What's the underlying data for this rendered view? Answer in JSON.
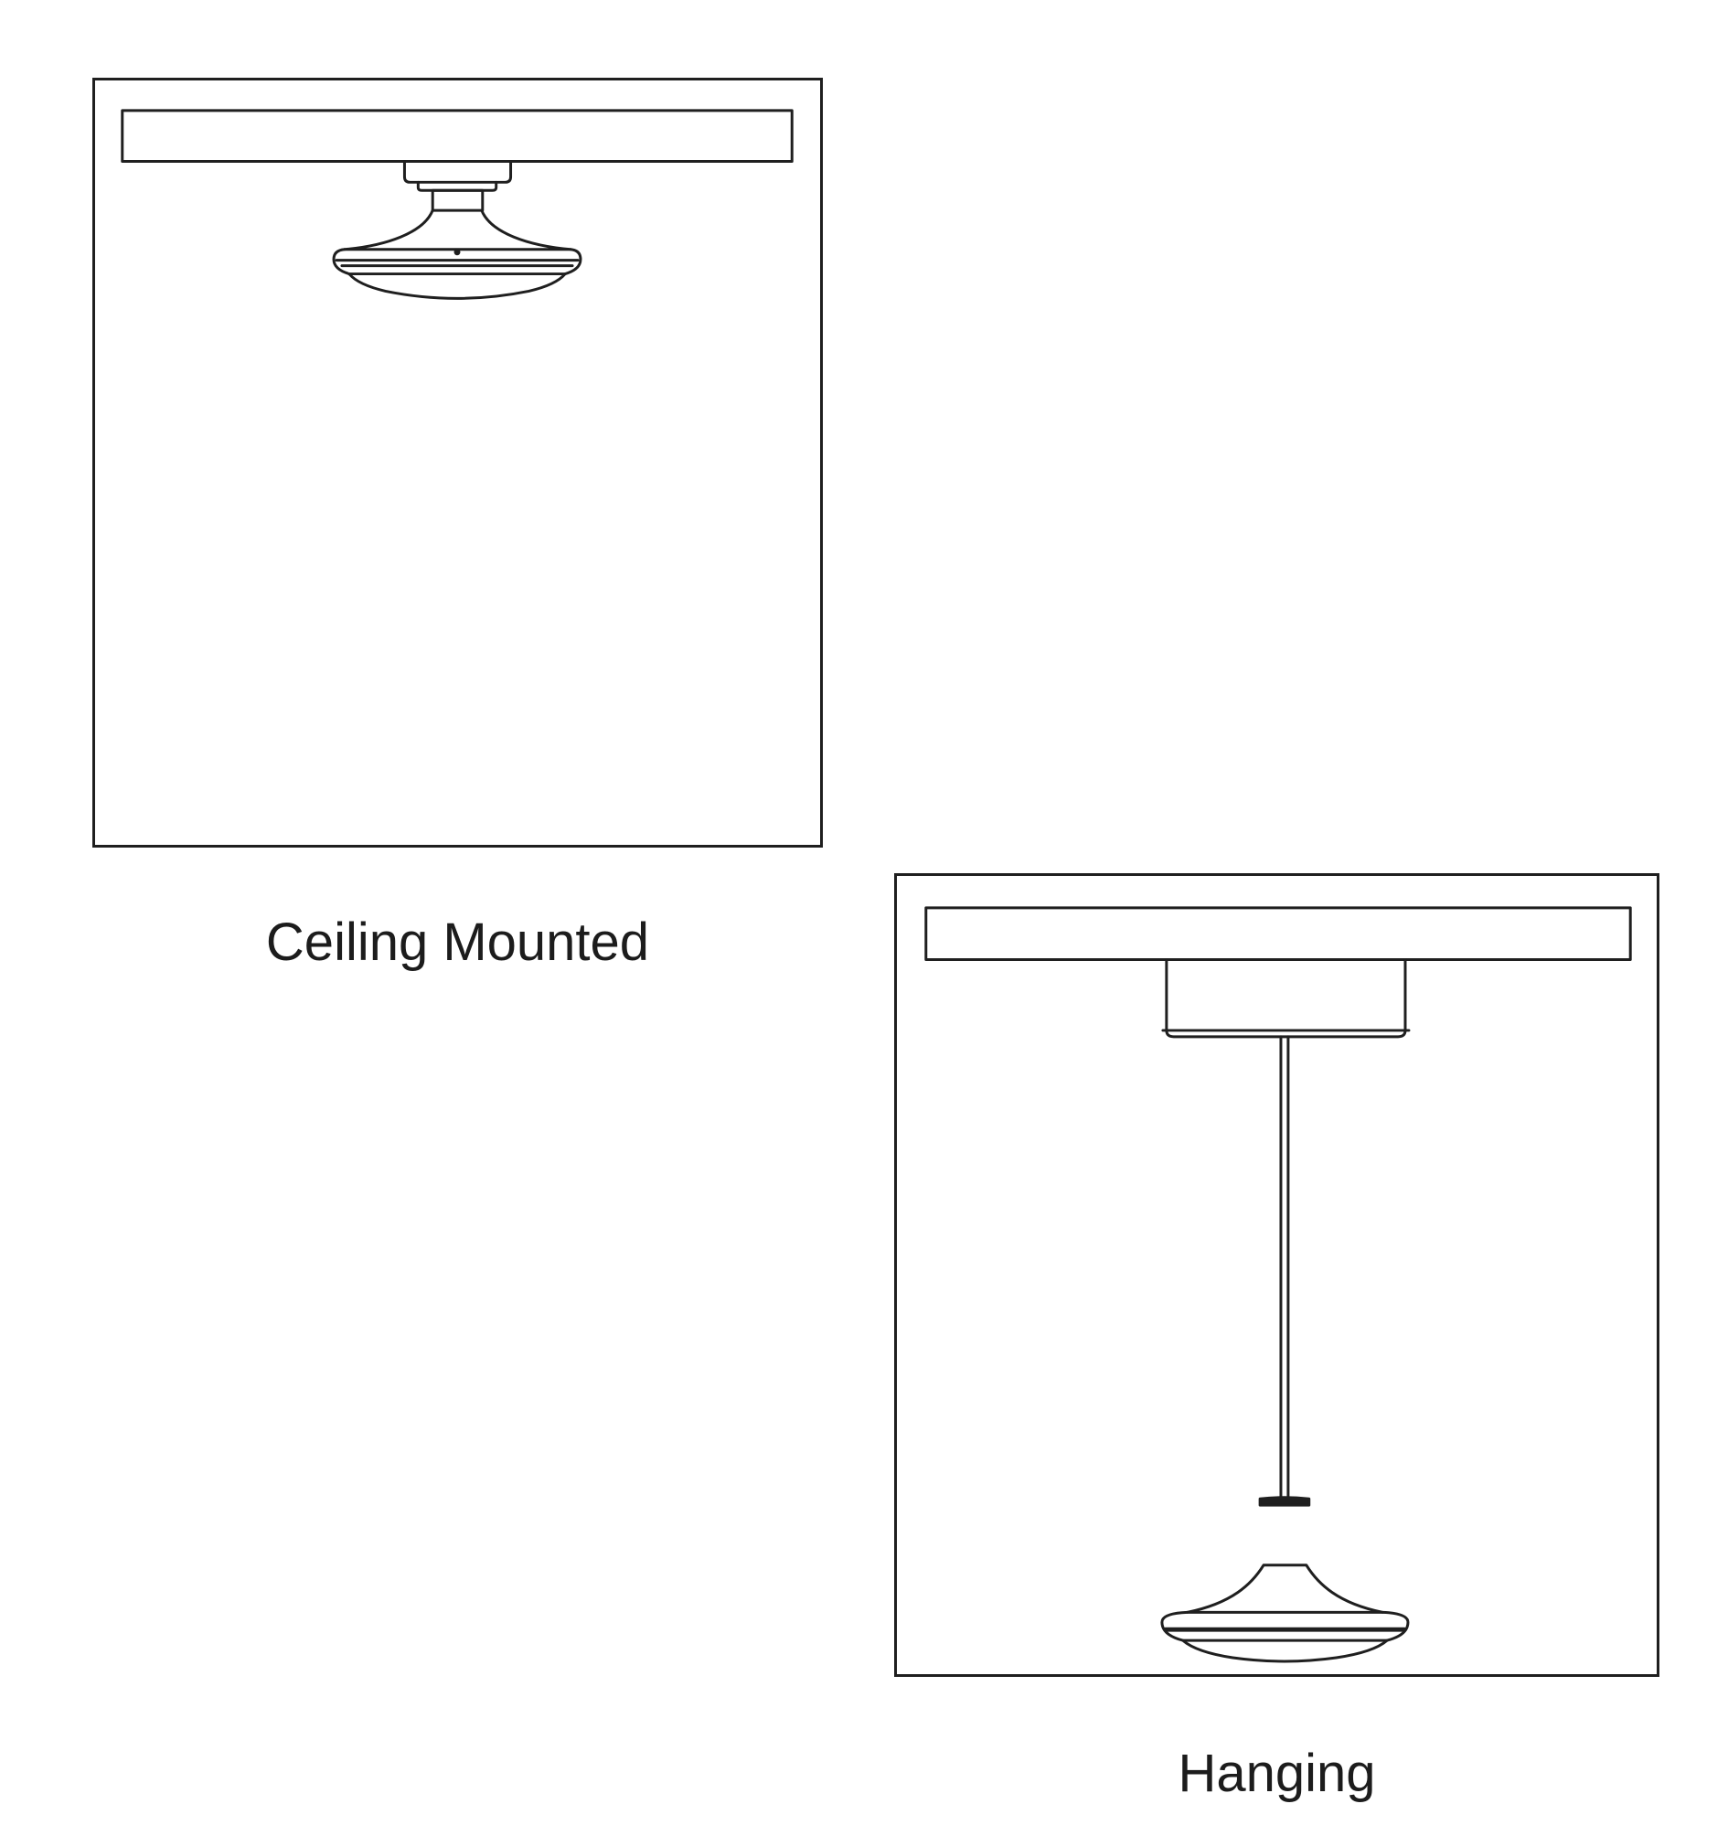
{
  "figures": [
    {
      "caption": "Ceiling Mounted",
      "mount_type": "ceiling-mounted"
    },
    {
      "caption": "Hanging",
      "mount_type": "hanging"
    }
  ],
  "colors": {
    "line": "#1f1f1f",
    "background": "#ffffff"
  }
}
